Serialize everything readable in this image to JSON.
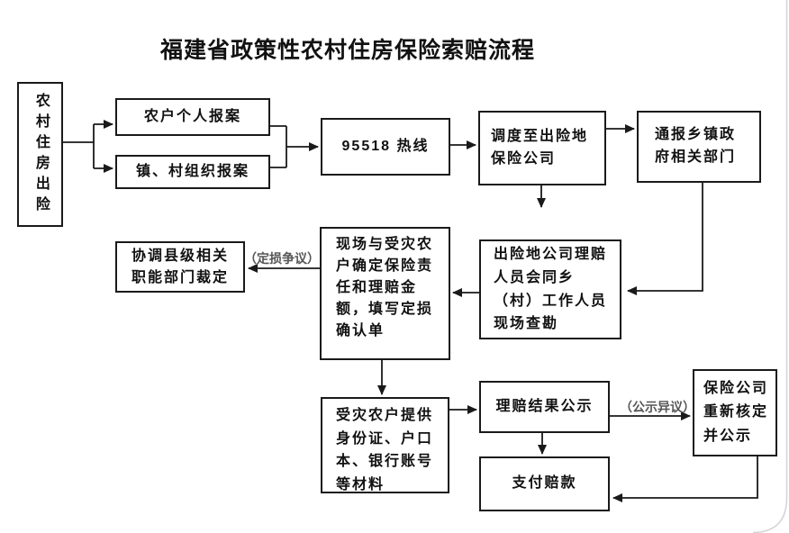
{
  "title": "福建省政策性农村住房保险索赔流程",
  "nodes": {
    "incident": {
      "text": "农村住房出险"
    },
    "farmer_report": {
      "text": "农户个人报案"
    },
    "village_report": {
      "text": "镇、村组织报案"
    },
    "hotline": {
      "text": "95518 热线"
    },
    "dispatch": {
      "text": "调度至出险地保险公司"
    },
    "notify_gov": {
      "text": "通报乡镇政府相关部门"
    },
    "survey": {
      "text": "出险地公司理赔人员会同乡（村）工作人员现场查勘"
    },
    "confirm_loss": {
      "text": "现场与受灾农户确定保险责任和理赔金额，填写定损确认单"
    },
    "arbitration": {
      "text": "协调县级相关职能部门裁定"
    },
    "materials": {
      "text": "受灾农户提供身份证、户口本、银行账号等材料"
    },
    "publicity": {
      "text": "理赔结果公示"
    },
    "payment": {
      "text": "支付赔款"
    },
    "recheck": {
      "text": "保险公司重新核定并公示"
    }
  },
  "edge_labels": {
    "loss_dispute": "（定损争议）",
    "publicity_objection": "（公示异议）"
  },
  "colors": {
    "line": "#1a1a1a",
    "box_border": "#1a1a1a",
    "edge_label_text": "#555555",
    "page_edge": "#d4d4d4",
    "background": "#ffffff"
  }
}
